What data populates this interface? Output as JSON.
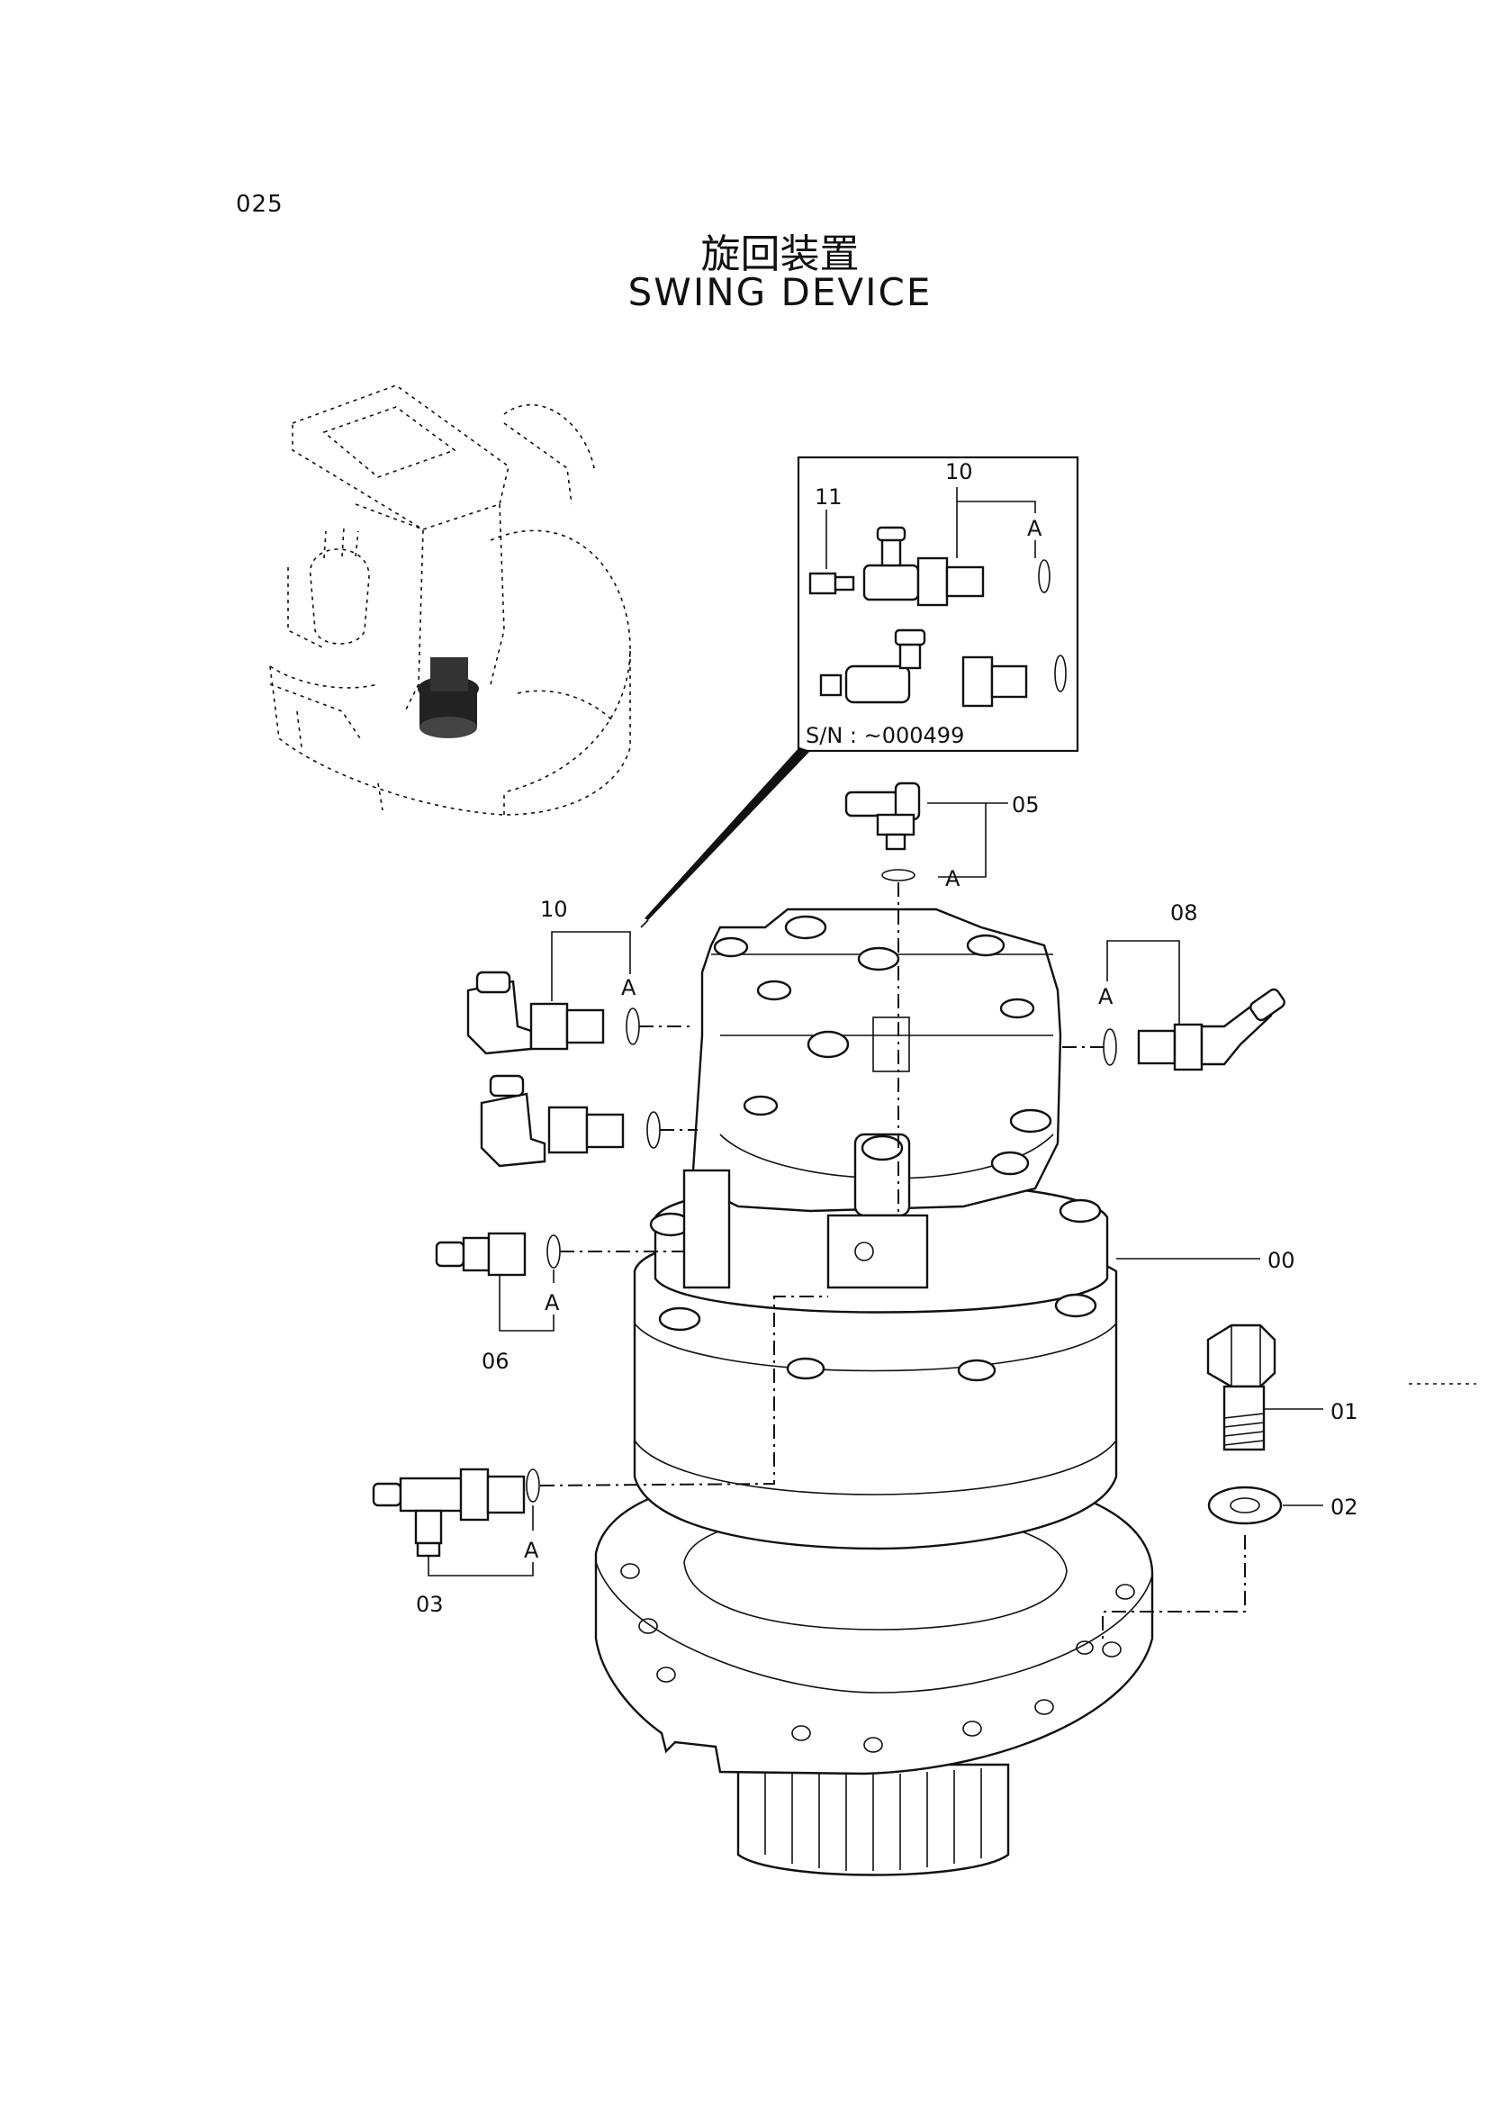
{
  "page_number": "025",
  "title_jp": "旋回装置",
  "title_en": "SWING DEVICE",
  "inset": {
    "serial_label": "S/N : ~000499"
  },
  "callouts": {
    "c00": "00",
    "c01": "01",
    "c02": "02",
    "c03": "03",
    "c05": "05",
    "c06": "06",
    "c08": "08",
    "c10_inset": "10",
    "c10_main": "10",
    "c11": "11"
  },
  "oring_label": "A"
}
